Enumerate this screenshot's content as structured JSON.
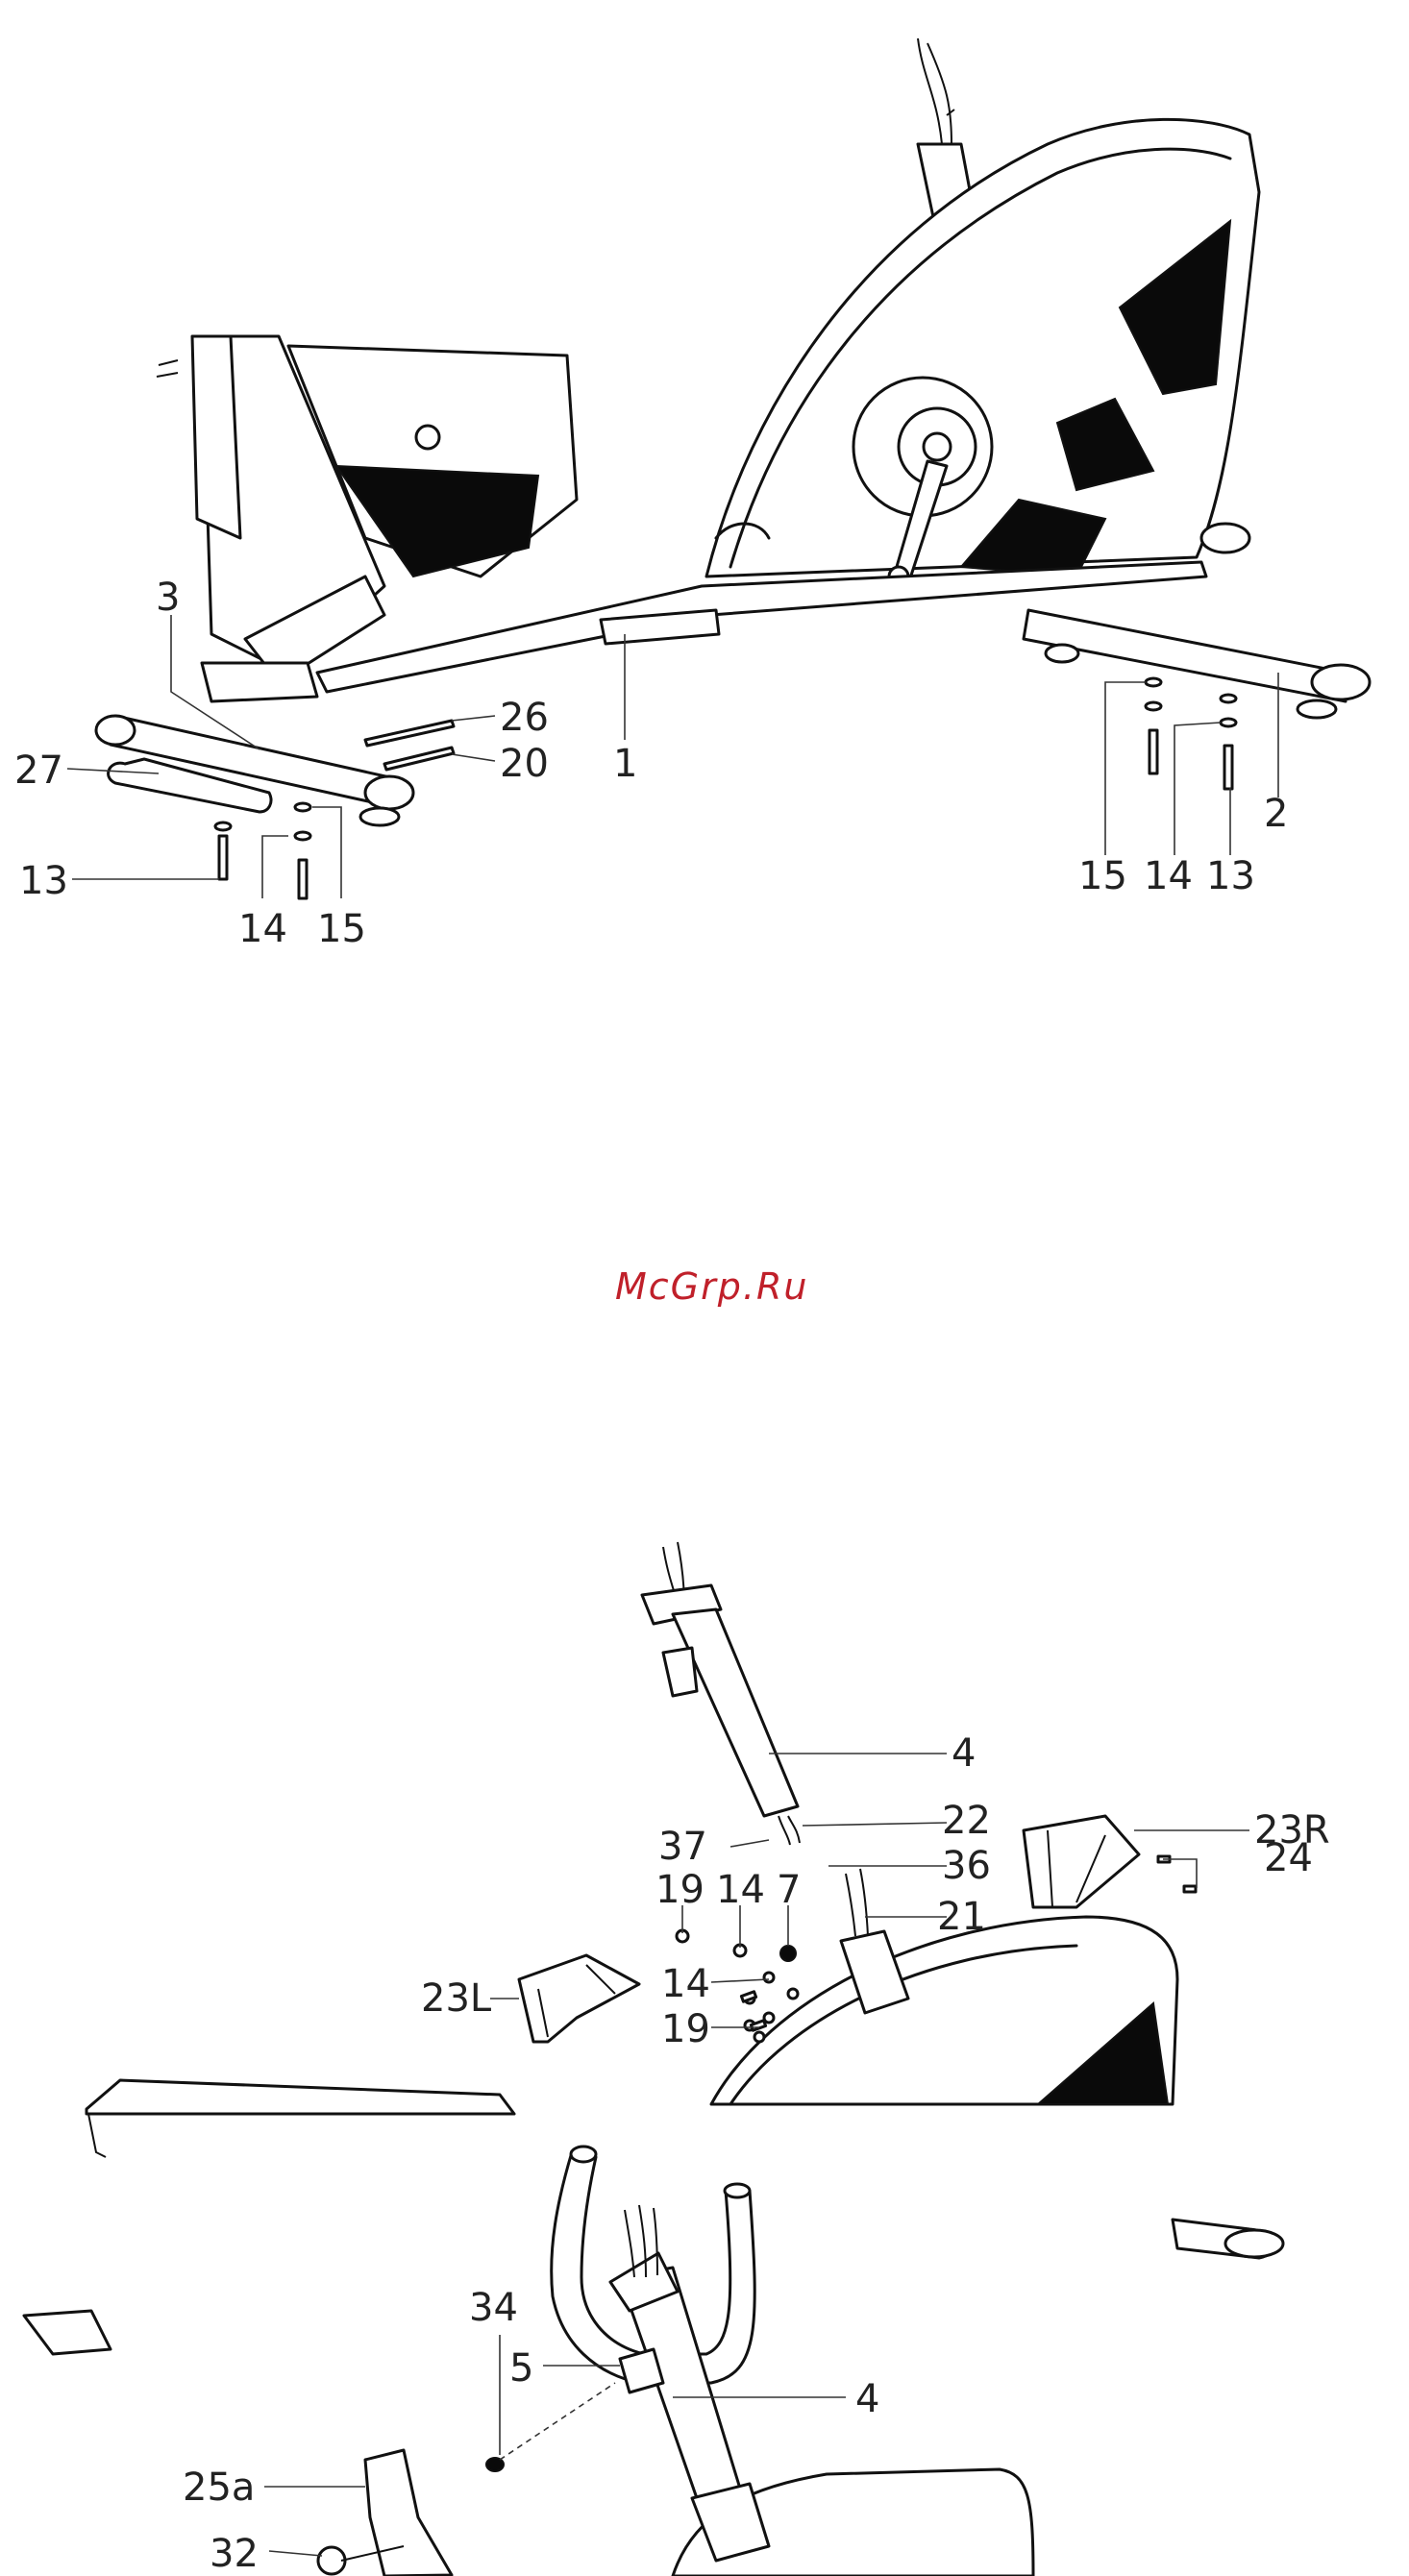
{
  "watermark": "McGrp.Ru",
  "diagram1": {
    "callouts": [
      "3",
      "26",
      "20",
      "1",
      "27",
      "13",
      "14",
      "15",
      "2",
      "15",
      "14",
      "13"
    ]
  },
  "diagram2": {
    "callouts": [
      "4",
      "37",
      "22",
      "23R",
      "24",
      "36",
      "19",
      "14",
      "7",
      "21",
      "14",
      "19",
      "23L"
    ]
  },
  "diagram3": {
    "callouts": [
      "34",
      "5",
      "4",
      "25a",
      "32"
    ]
  }
}
